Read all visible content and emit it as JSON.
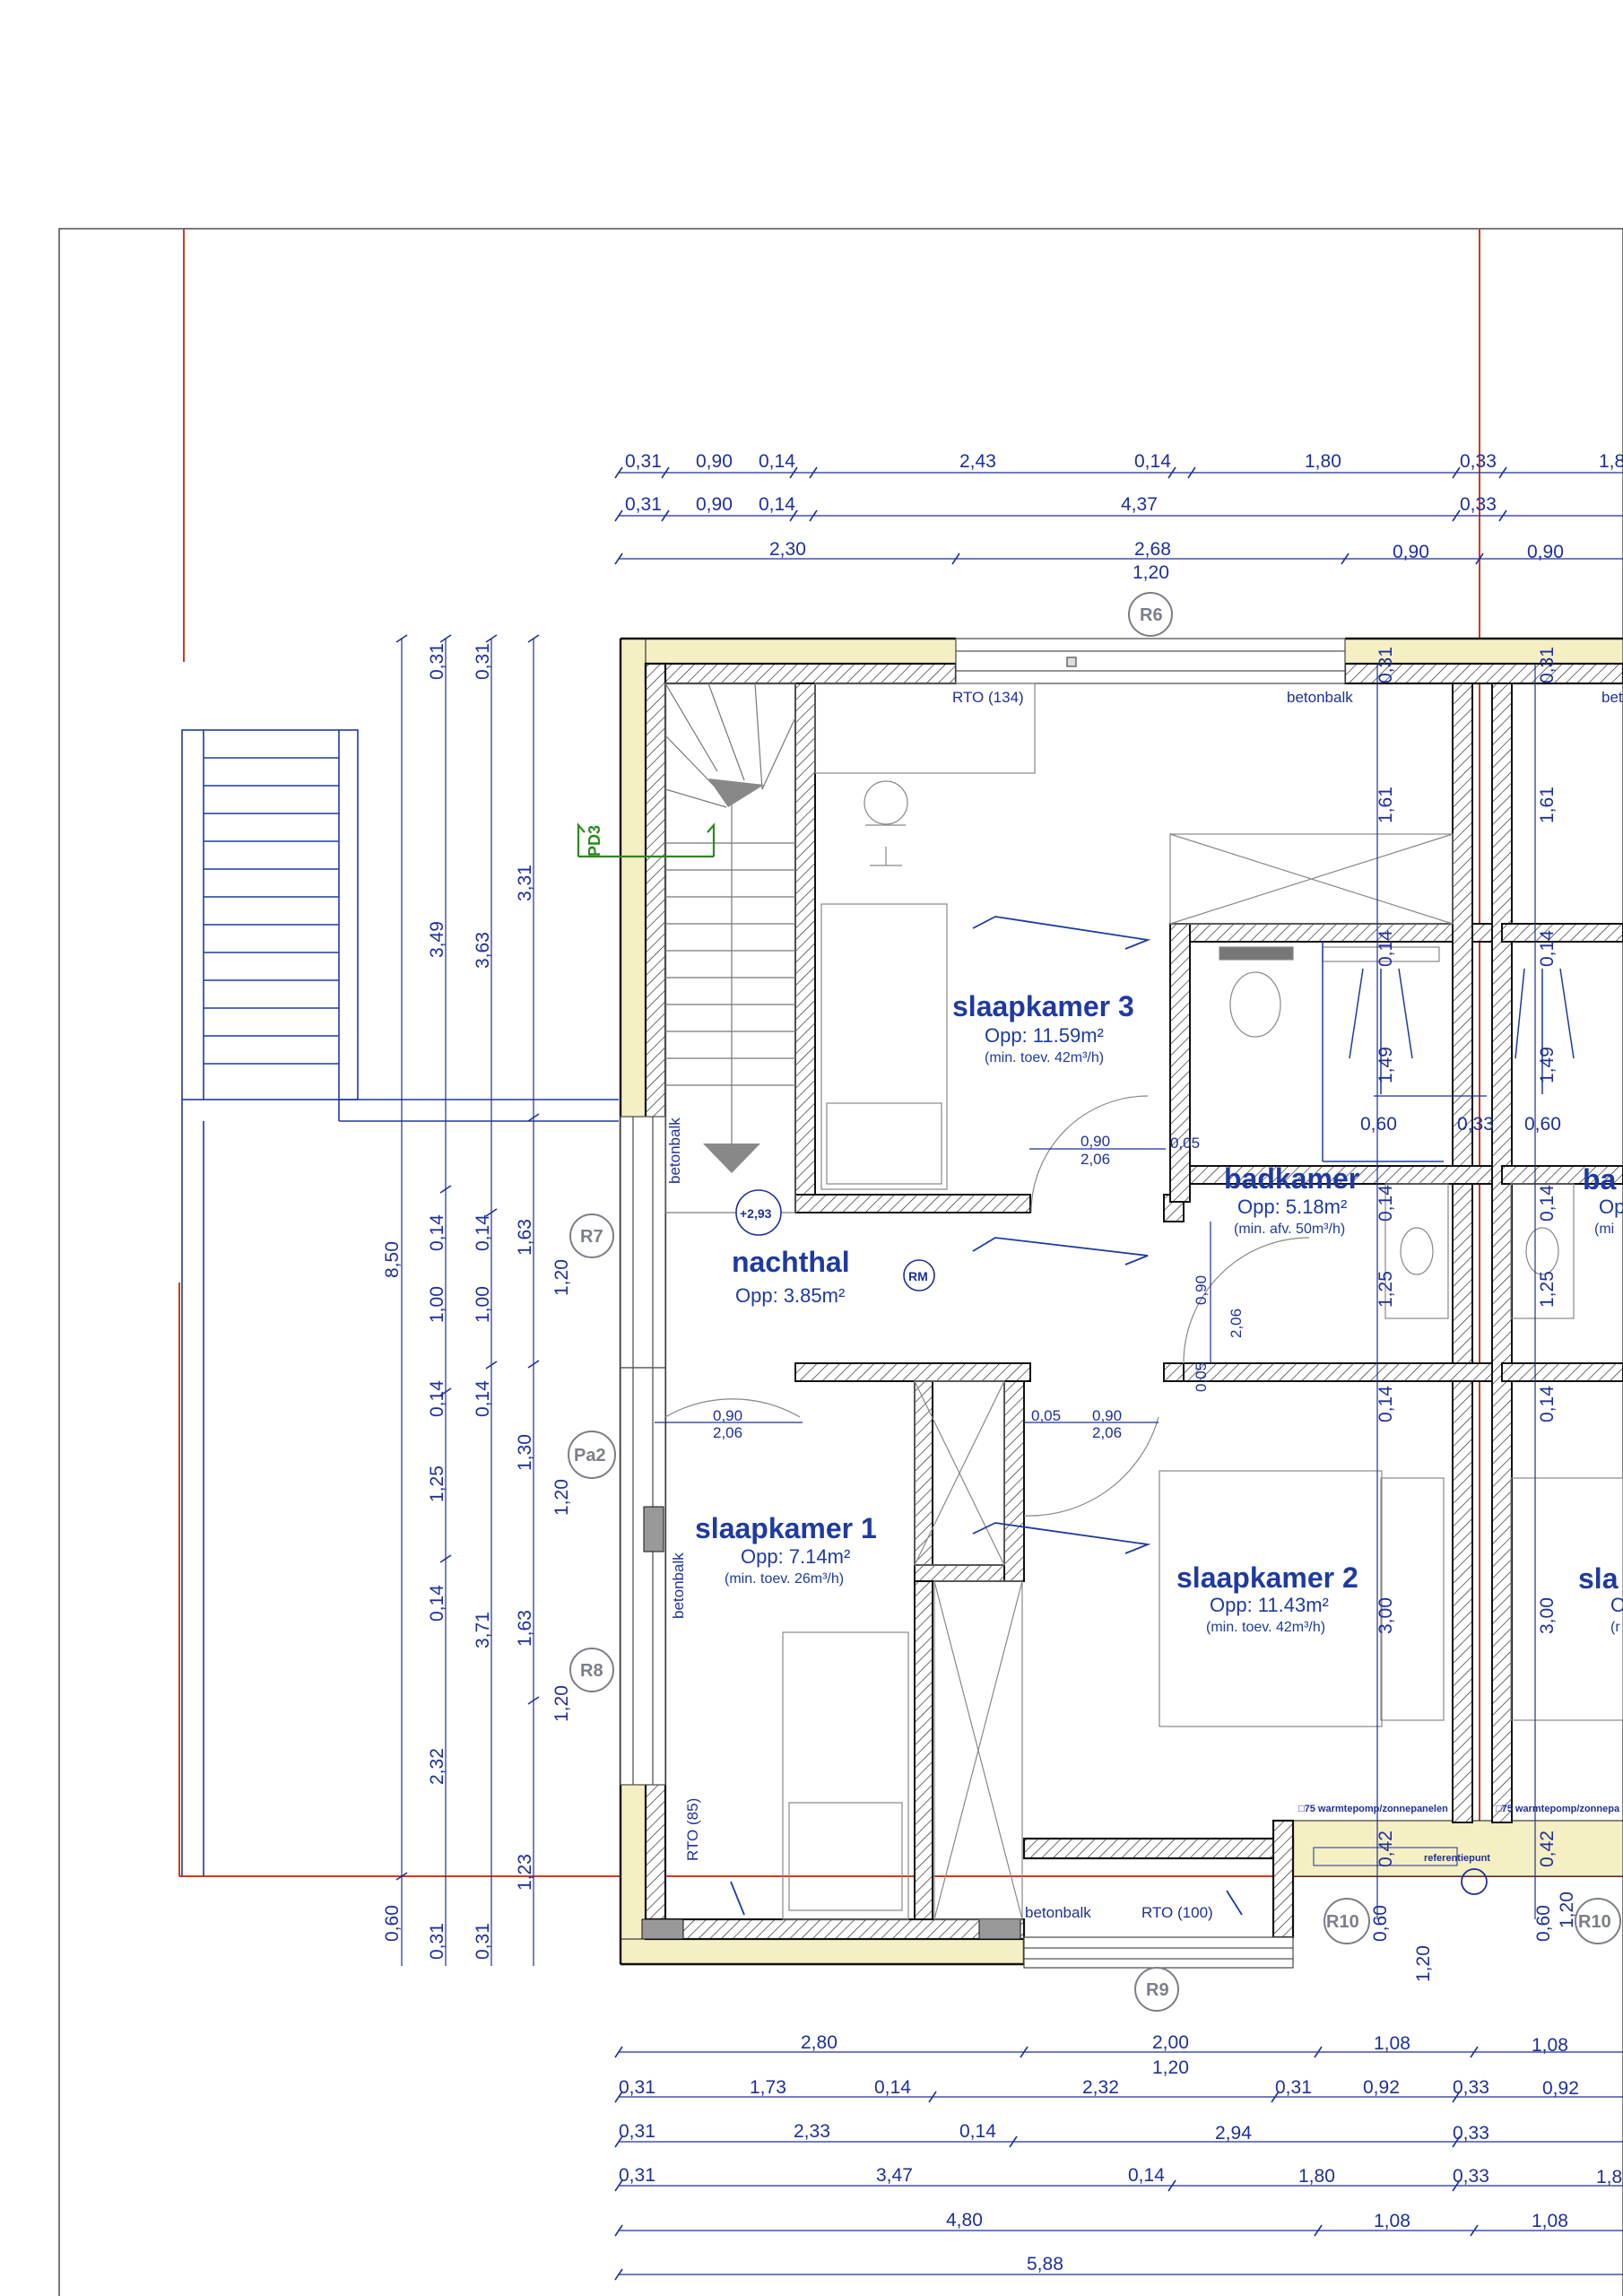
{
  "colors": {
    "dimension": "#1f2f9a",
    "property_line": "#d43a1e",
    "wall": "#111111",
    "insulation": "#f5efc4",
    "marker": "#7a7f88",
    "section": "#2b8a1e"
  },
  "dims_top": [
    [
      "0,31",
      "0,90",
      "0,14",
      "2,43",
      "0,14",
      "1,80",
      "0,33",
      "1,8"
    ],
    [
      "0,31",
      "0,90",
      "0,14",
      "4,37",
      "0,33"
    ],
    [
      "2,30",
      "2,68",
      "0,90",
      "0,90"
    ],
    [
      "1,20"
    ]
  ],
  "dims_bottom": [
    [
      "2,80",
      "2,00",
      "1,08",
      "1,08"
    ],
    [
      "1,20"
    ],
    [
      "0,31",
      "1,73",
      "0,14",
      "2,32",
      "0,31",
      "0,92",
      "0,33",
      "0,92"
    ],
    [
      "0,31",
      "2,33",
      "0,14",
      "2,94",
      "0,33"
    ],
    [
      "0,31",
      "3,47",
      "0,14",
      "1,80",
      "0,33",
      "1,8"
    ],
    [
      "4,80",
      "1,08",
      "1,08"
    ],
    [
      "5,88"
    ]
  ],
  "dims_left": {
    "outer": "8,50",
    "col2": [
      "0,31",
      "3,49",
      "0,14",
      "1,00",
      "0,14",
      "1,25",
      "0,14",
      "2,32",
      "0,31"
    ],
    "col3": [
      "0,31",
      "3,63",
      "0,14",
      "1,00",
      "0,14",
      "3,71",
      "0,31"
    ],
    "col4": [
      "3,31",
      "1,63",
      "1,30",
      "1,63",
      "1,23"
    ],
    "col5": [
      "1,20",
      "1,20",
      "1,20"
    ],
    "bottom": "0,60"
  },
  "dims_interior": [
    "1,61",
    "0,14",
    "1,49",
    "0,60",
    "0,33",
    "0,60",
    "0,14",
    "1,25",
    "0,14",
    "3,00",
    "0,42",
    "0,60",
    "1,20",
    "0,31",
    "1,61",
    "0,14",
    "1,49",
    "0,14",
    "1,25",
    "0,14",
    "3,00",
    "0,42",
    "0,60",
    "1,20",
    "0,90",
    "2,06",
    "0,05",
    "0,90",
    "2,06",
    "0,05",
    "0,90",
    "2,06",
    "0,05",
    "0,90",
    "2,06"
  ],
  "rooms": [
    {
      "name": "slaapkamer 3",
      "area": "Opp: 11.59m²",
      "note": "(min. toev. 42m³/h)"
    },
    {
      "name": "badkamer",
      "area": "Opp: 5.18m²",
      "note": "(min. afv. 50m³/h)"
    },
    {
      "name": "nachthal",
      "area": "Opp: 3.85m²"
    },
    {
      "name": "slaapkamer 1",
      "area": "Opp: 7.14m²",
      "note": "(min. toev. 26m³/h)"
    },
    {
      "name": "slaapkamer 2",
      "area": "Opp: 11.43m²",
      "note": "(min. toev. 42m³/h)"
    },
    {
      "name": "ba",
      "area": "Op",
      "note": "(mi"
    },
    {
      "name": "sla",
      "area": "O",
      "note": "(r"
    }
  ],
  "markers": [
    "R6",
    "R7",
    "Pa2",
    "R8",
    "R9",
    "R10",
    "R10",
    "RM",
    "+2,93"
  ],
  "labels": {
    "rto_134": "RTO (134)",
    "rto_85": "RTO (85)",
    "rto_100": "RTO (100)",
    "betonbalk": "betonbalk",
    "betonbalk_right": "bet",
    "section": "PD3",
    "warmtepomp": "□75 warmtepomp/zonnepanelen",
    "warmtepomp_right": "□75 warmtepomp/zonnepa",
    "referentiepunt": "referentiepunt"
  }
}
